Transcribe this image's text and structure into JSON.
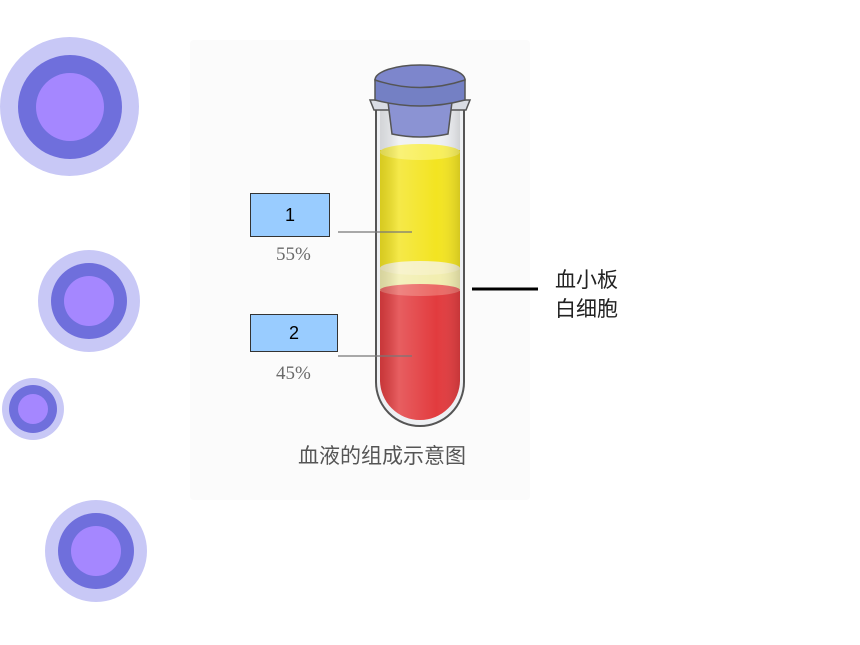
{
  "colors": {
    "deco_outer": "#c8c8f6",
    "deco_mid": "#6f6fdc",
    "deco_inner": "#a587ff",
    "label_box": "#99ccff",
    "plasma": "#f3e421",
    "buffy_coat": "#f2eeb0",
    "red_cells": "#e23b3e",
    "stopper": "#7d86cc"
  },
  "diagram": {
    "caption": "血液的组成示意图",
    "layers": [
      {
        "box_label": "1",
        "percent": "55%"
      },
      {
        "box_label": "2",
        "percent": "45%"
      }
    ],
    "side_label": {
      "line1": "血小板",
      "line2": "白细胞"
    }
  }
}
